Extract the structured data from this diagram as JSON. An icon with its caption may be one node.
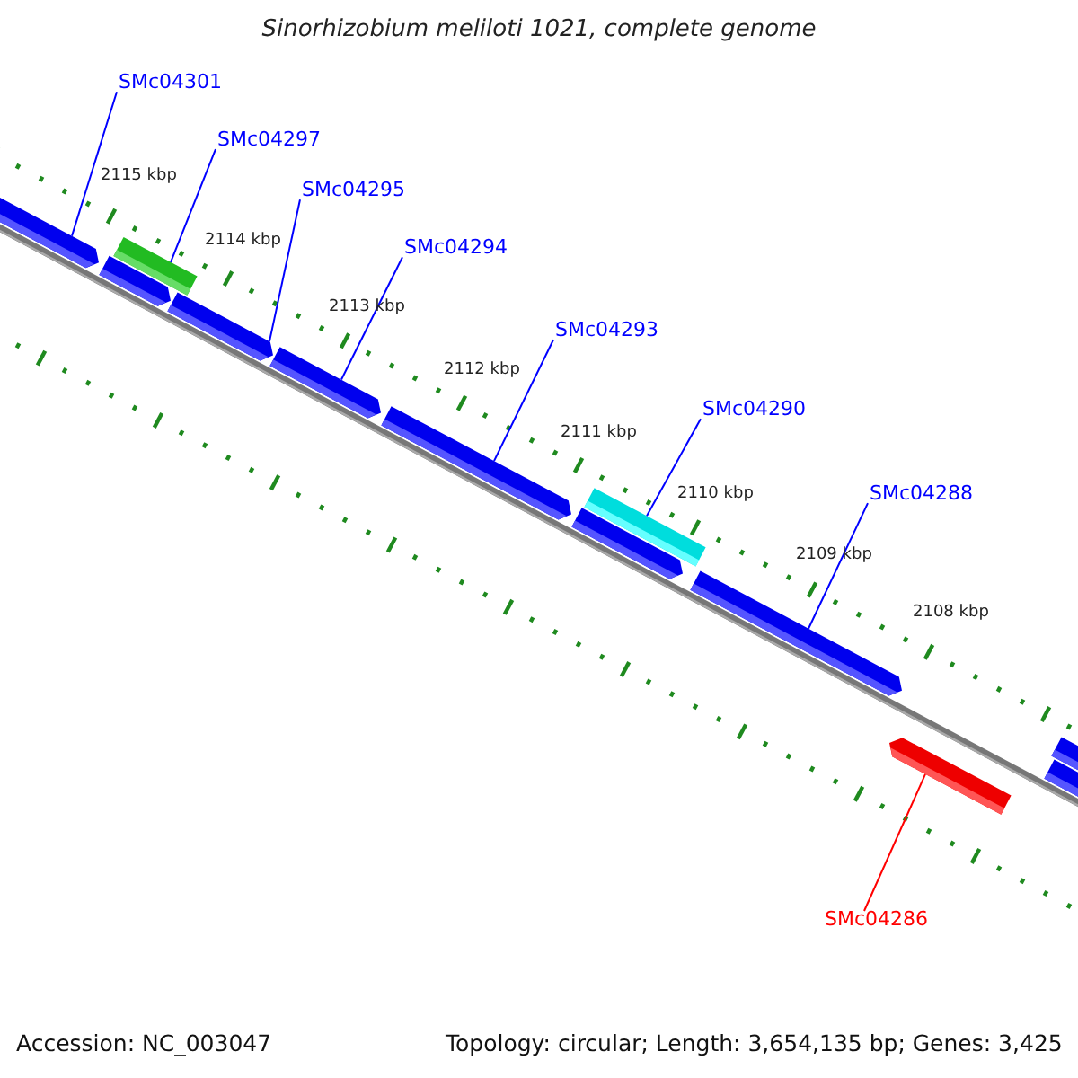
{
  "diagram": {
    "title": "Sinorhizobium meliloti 1021, complete genome",
    "nodes": [
      {
        "text": [
          "SMc04301"
        ]
      },
      {
        "text": [
          "SMc04297"
        ]
      },
      {
        "text": [
          "SMc04295"
        ]
      },
      {
        "text": [
          "SMc04294"
        ]
      },
      {
        "text": [
          "SMc04293"
        ]
      },
      {
        "text": [
          "SMc04290"
        ]
      },
      {
        "text": [
          "SMc04288"
        ]
      },
      {
        "text": [
          "SMc04286"
        ]
      },
      {
        "text": [],
        "shape": "arrow"
      },
      {
        "text": [],
        "shape": "arrow"
      },
      {
        "text": [],
        "shape": "bar"
      },
      {
        "text": [],
        "shape": "arrow"
      },
      {
        "text": [],
        "shape": "arrow"
      },
      {
        "text": [],
        "shape": "arrow"
      },
      {
        "text": [],
        "shape": "arrow"
      },
      {
        "text": [],
        "shape": "bar"
      },
      {
        "text": [],
        "shape": "arrow"
      },
      {
        "text": [],
        "shape": "arrow"
      },
      {
        "text": [],
        "shape": "arrow"
      },
      {
        "text": [],
        "shape": "arrow"
      }
    ],
    "edges": [
      {
        "from": 0,
        "to": 8,
        "arrow": "none"
      },
      {
        "from": 1,
        "to": 10,
        "arrow": "none"
      },
      {
        "from": 2,
        "to": 11,
        "arrow": "none"
      },
      {
        "from": 3,
        "to": 12,
        "arrow": "none"
      },
      {
        "from": 4,
        "to": 13,
        "arrow": "none"
      },
      {
        "from": 5,
        "to": 15,
        "arrow": "none"
      },
      {
        "from": 6,
        "to": 16,
        "arrow": "none"
      },
      {
        "from": 7,
        "to": 17,
        "arrow": "none",
        "color": "#ff0000"
      }
    ],
    "labels": [
      "2115 kbp",
      "2114 kbp",
      "2113 kbp",
      "2112 kbp",
      "2111 kbp",
      "2110 kbp",
      "2109 kbp",
      "2108 kbp",
      "Accession: NC_003047",
      "Topology: circular; Length: 3,654,135 bp; Genes: 3,425"
    ]
  }
}
